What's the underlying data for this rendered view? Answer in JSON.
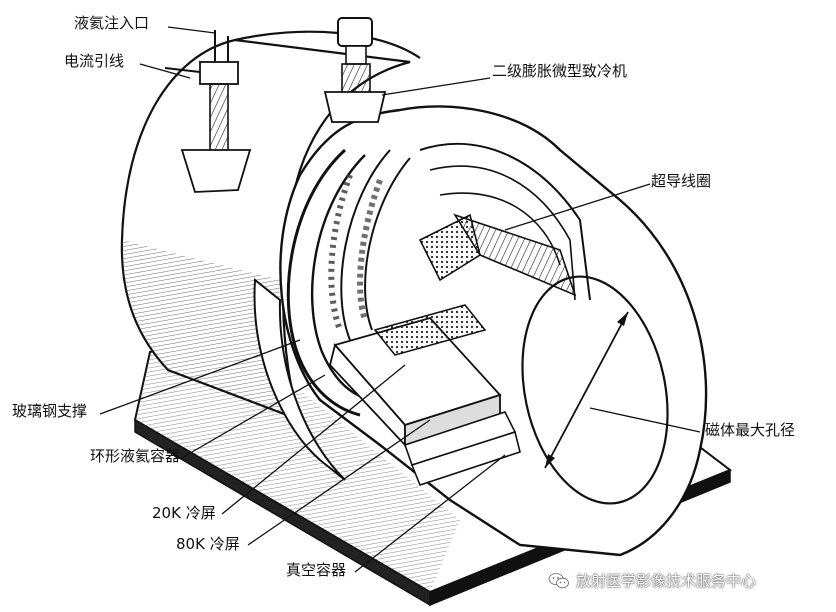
{
  "labels": {
    "helium_inlet": "液氦注入口",
    "current_lead": "电流引线",
    "cryocooler": "二级膨胀微型致冷机",
    "superconducting_coil": "超导线圈",
    "fiberglass_support": "玻璃钢支撑",
    "annular_helium_vessel": "环形液氦容器",
    "shield_20k": "20K 冷屏",
    "shield_80k": "80K 冷屏",
    "vacuum_vessel": "真空容器",
    "max_bore": "磁体最大孔径"
  },
  "watermark": {
    "text": "放射医学影像技术服务中心",
    "icon": "wechat-icon"
  }
}
